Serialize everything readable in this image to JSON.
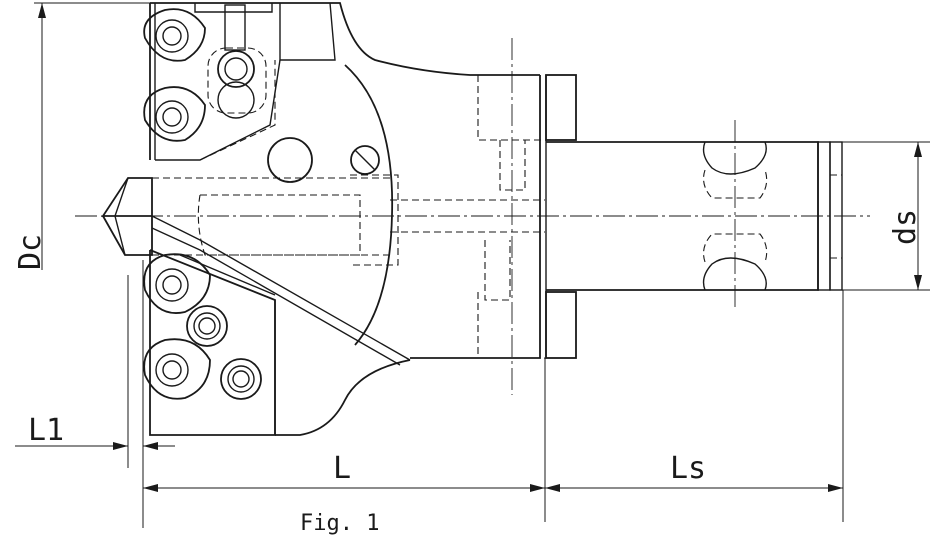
{
  "labels": {
    "dc": "Dc",
    "ds": "ds",
    "l1": "L1",
    "l": "L",
    "ls": "Ls"
  },
  "caption": "Fig. 1",
  "icons": {
    "insert": "triangular-insert-icon",
    "screw": "insert-screw-icon"
  }
}
